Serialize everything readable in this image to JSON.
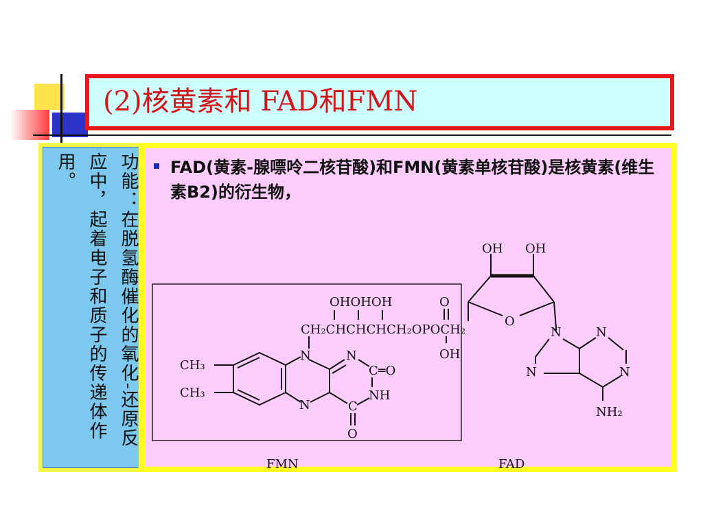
{
  "slide": {
    "title": "(2)核黄素和 FAD和FMN",
    "sidebar_text": "功能：在脱氢酶催化的氧化-还原反应中，起着电子和质子的传递体作用。",
    "bullet_text": "FAD(黄素-腺嘌呤二核苷酸)和FMN(黄素单核苷酸)是核黄素(维生素B2)的衍生物，"
  },
  "structure": {
    "labels": {
      "oh_top_1": "OH",
      "oh_top_2": "OH",
      "o_ring": "O",
      "ohohoh": "OHOHOH",
      "o_double": "O",
      "chain": "CH₂CHCHCHCH₂OPOCH₂",
      "oh_phos": "OH",
      "ch3_1": "CH₃",
      "ch3_2": "CH₃",
      "n1": "N",
      "n2": "N",
      "c_eq_o": "C═O",
      "nh": "NH",
      "n3": "N",
      "c_low": "C",
      "o_low": "O",
      "n_ad1": "N",
      "n_ad2": "N",
      "n_ad3": "N",
      "n_ad4": "N",
      "nh2": "NH₂"
    },
    "caption_fmn": "FMN",
    "caption_fad": "FAD"
  },
  "colors": {
    "title_border": "#e8181e",
    "title_bg": "#cdfdfd",
    "title_text": "#d41418",
    "sidebar_bg": "#7cc8ee",
    "main_bg": "#fccdfc",
    "panel_border": "#ffff26",
    "bullet": "#1f2bb8"
  }
}
